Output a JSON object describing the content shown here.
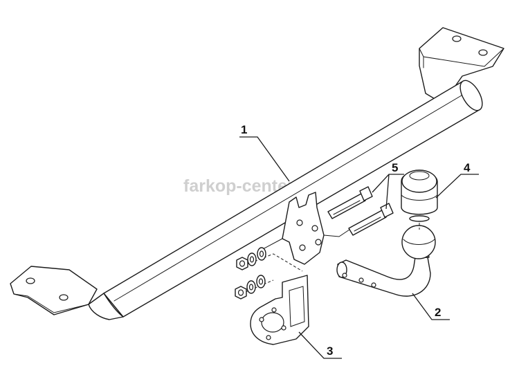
{
  "watermark": "farkop-center.ru",
  "callouts": {
    "c1": "1",
    "c2": "2",
    "c3": "3",
    "c4": "4",
    "c5": "5"
  },
  "colors": {
    "line": "#1a1a1a",
    "watermark": "#cfcfcf",
    "background": "#ffffff"
  }
}
